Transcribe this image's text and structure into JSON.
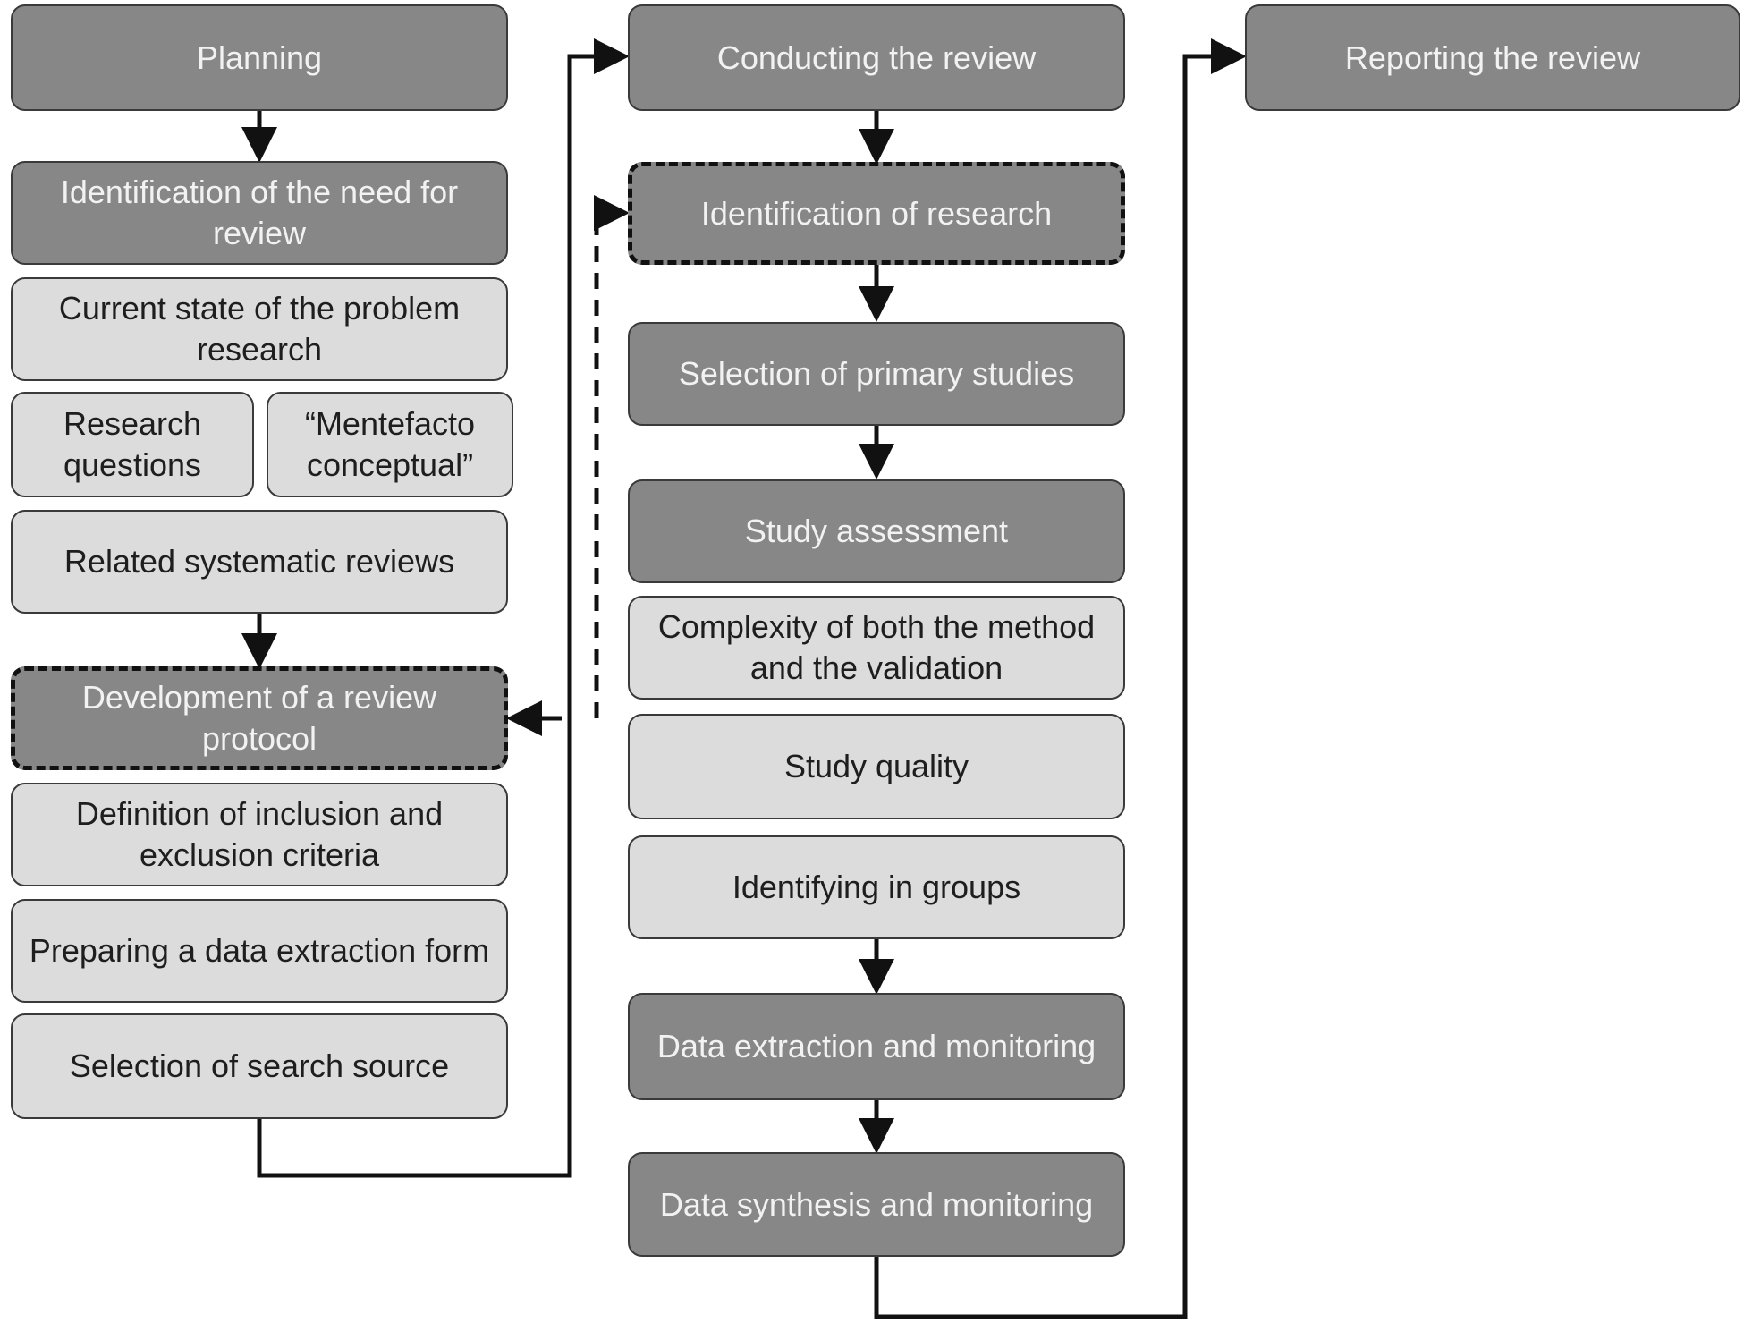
{
  "columns": {
    "planning": {
      "header": "Planning",
      "need": "Identification of the need for review",
      "current_state": "Current state of the problem research",
      "research_questions": "Research questions",
      "mentefacto": "“Mentefacto conceptual”",
      "related_reviews": "Related systematic reviews",
      "protocol": "Development of a review protocol",
      "criteria": "Definition of inclusion and exclusion criteria",
      "extraction_form": "Preparing a data extraction form",
      "search_source": "Selection of search source"
    },
    "conducting": {
      "header": "Conducting the review",
      "identification": "Identification of research",
      "selection": "Selection of primary studies",
      "assessment": "Study assessment",
      "complexity": "Complexity of both the method and the validation",
      "quality": "Study quality",
      "groups": "Identifying in groups",
      "extraction": "Data extraction and monitoring",
      "synthesis": "Data synthesis and monitoring"
    },
    "reporting": {
      "header": "Reporting the review"
    }
  },
  "colors": {
    "dark_box": "#878787",
    "light_box": "#dcdcdc",
    "line": "#111111"
  }
}
